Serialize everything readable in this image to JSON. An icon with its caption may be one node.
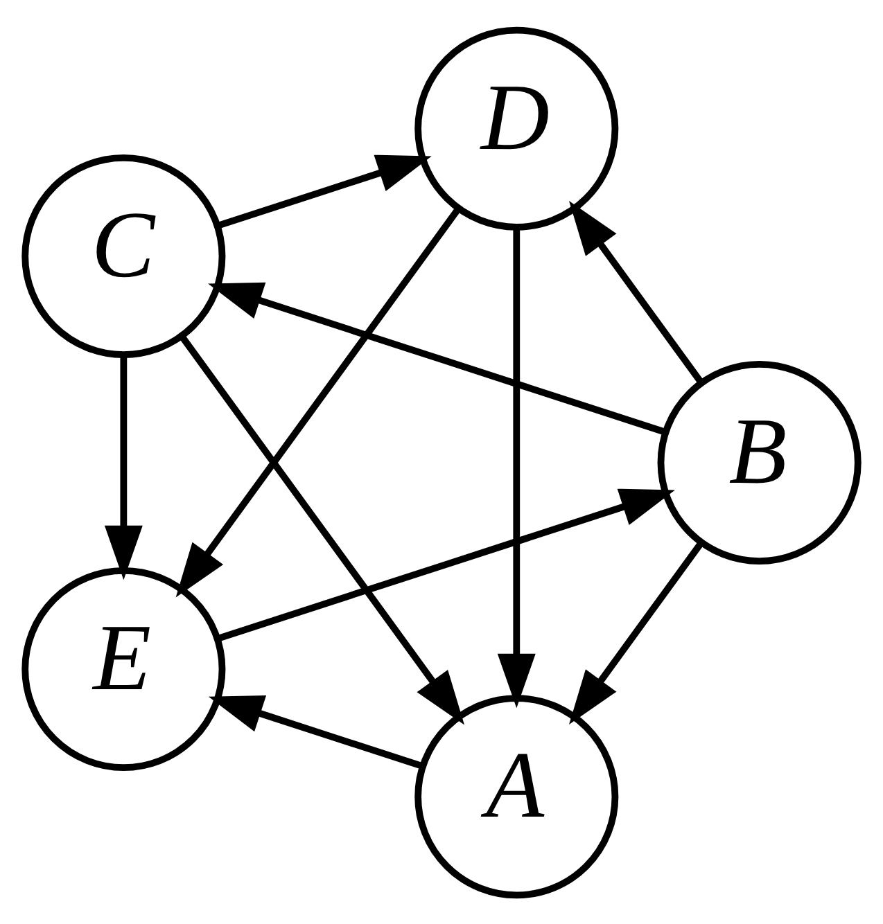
{
  "diagram": {
    "nodes": [
      {
        "text": [
          "A"
        ]
      },
      {
        "text": [
          "B"
        ]
      },
      {
        "text": [
          "C"
        ]
      },
      {
        "text": [
          "D"
        ]
      },
      {
        "text": [
          "E"
        ]
      }
    ],
    "edges": [
      {
        "from": 1,
        "to": 0,
        "arrow": "to"
      },
      {
        "from": 1,
        "to": 2,
        "arrow": "to"
      },
      {
        "from": 1,
        "to": 3,
        "arrow": "to"
      },
      {
        "from": 2,
        "to": 0,
        "arrow": "to"
      },
      {
        "from": 2,
        "to": 4,
        "arrow": "to"
      },
      {
        "from": 2,
        "to": 3,
        "arrow": "to"
      },
      {
        "from": 0,
        "to": 4,
        "arrow": "to"
      },
      {
        "from": 4,
        "to": 1,
        "arrow": "to"
      },
      {
        "from": 3,
        "to": 0,
        "arrow": "to"
      },
      {
        "from": 3,
        "to": 4,
        "arrow": "to"
      }
    ]
  }
}
